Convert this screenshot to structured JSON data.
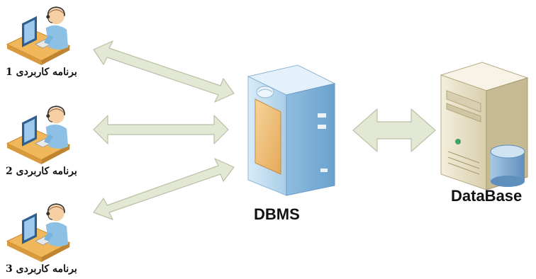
{
  "applications": [
    {
      "label": "برنامه کاربردی 1"
    },
    {
      "label": "برنامه کاربردی 2"
    },
    {
      "label": "برنامه کاربردی 3"
    }
  ],
  "dbms": {
    "label": "DBMS"
  },
  "database": {
    "label": "DataBase"
  },
  "colors": {
    "arrow_fill": "#e3e8d4",
    "arrow_stroke": "#b9c0a6",
    "server_blue": "#bcd9ee",
    "server_blue_dark": "#7fb0d6",
    "server_panel": "#f2c178",
    "db_case": "#e9e1c8",
    "db_cylinder": "#8fb6d8"
  },
  "icons": {
    "app": "user-at-computer-icon",
    "dbms": "server-tower-icon",
    "database": "database-server-icon"
  }
}
